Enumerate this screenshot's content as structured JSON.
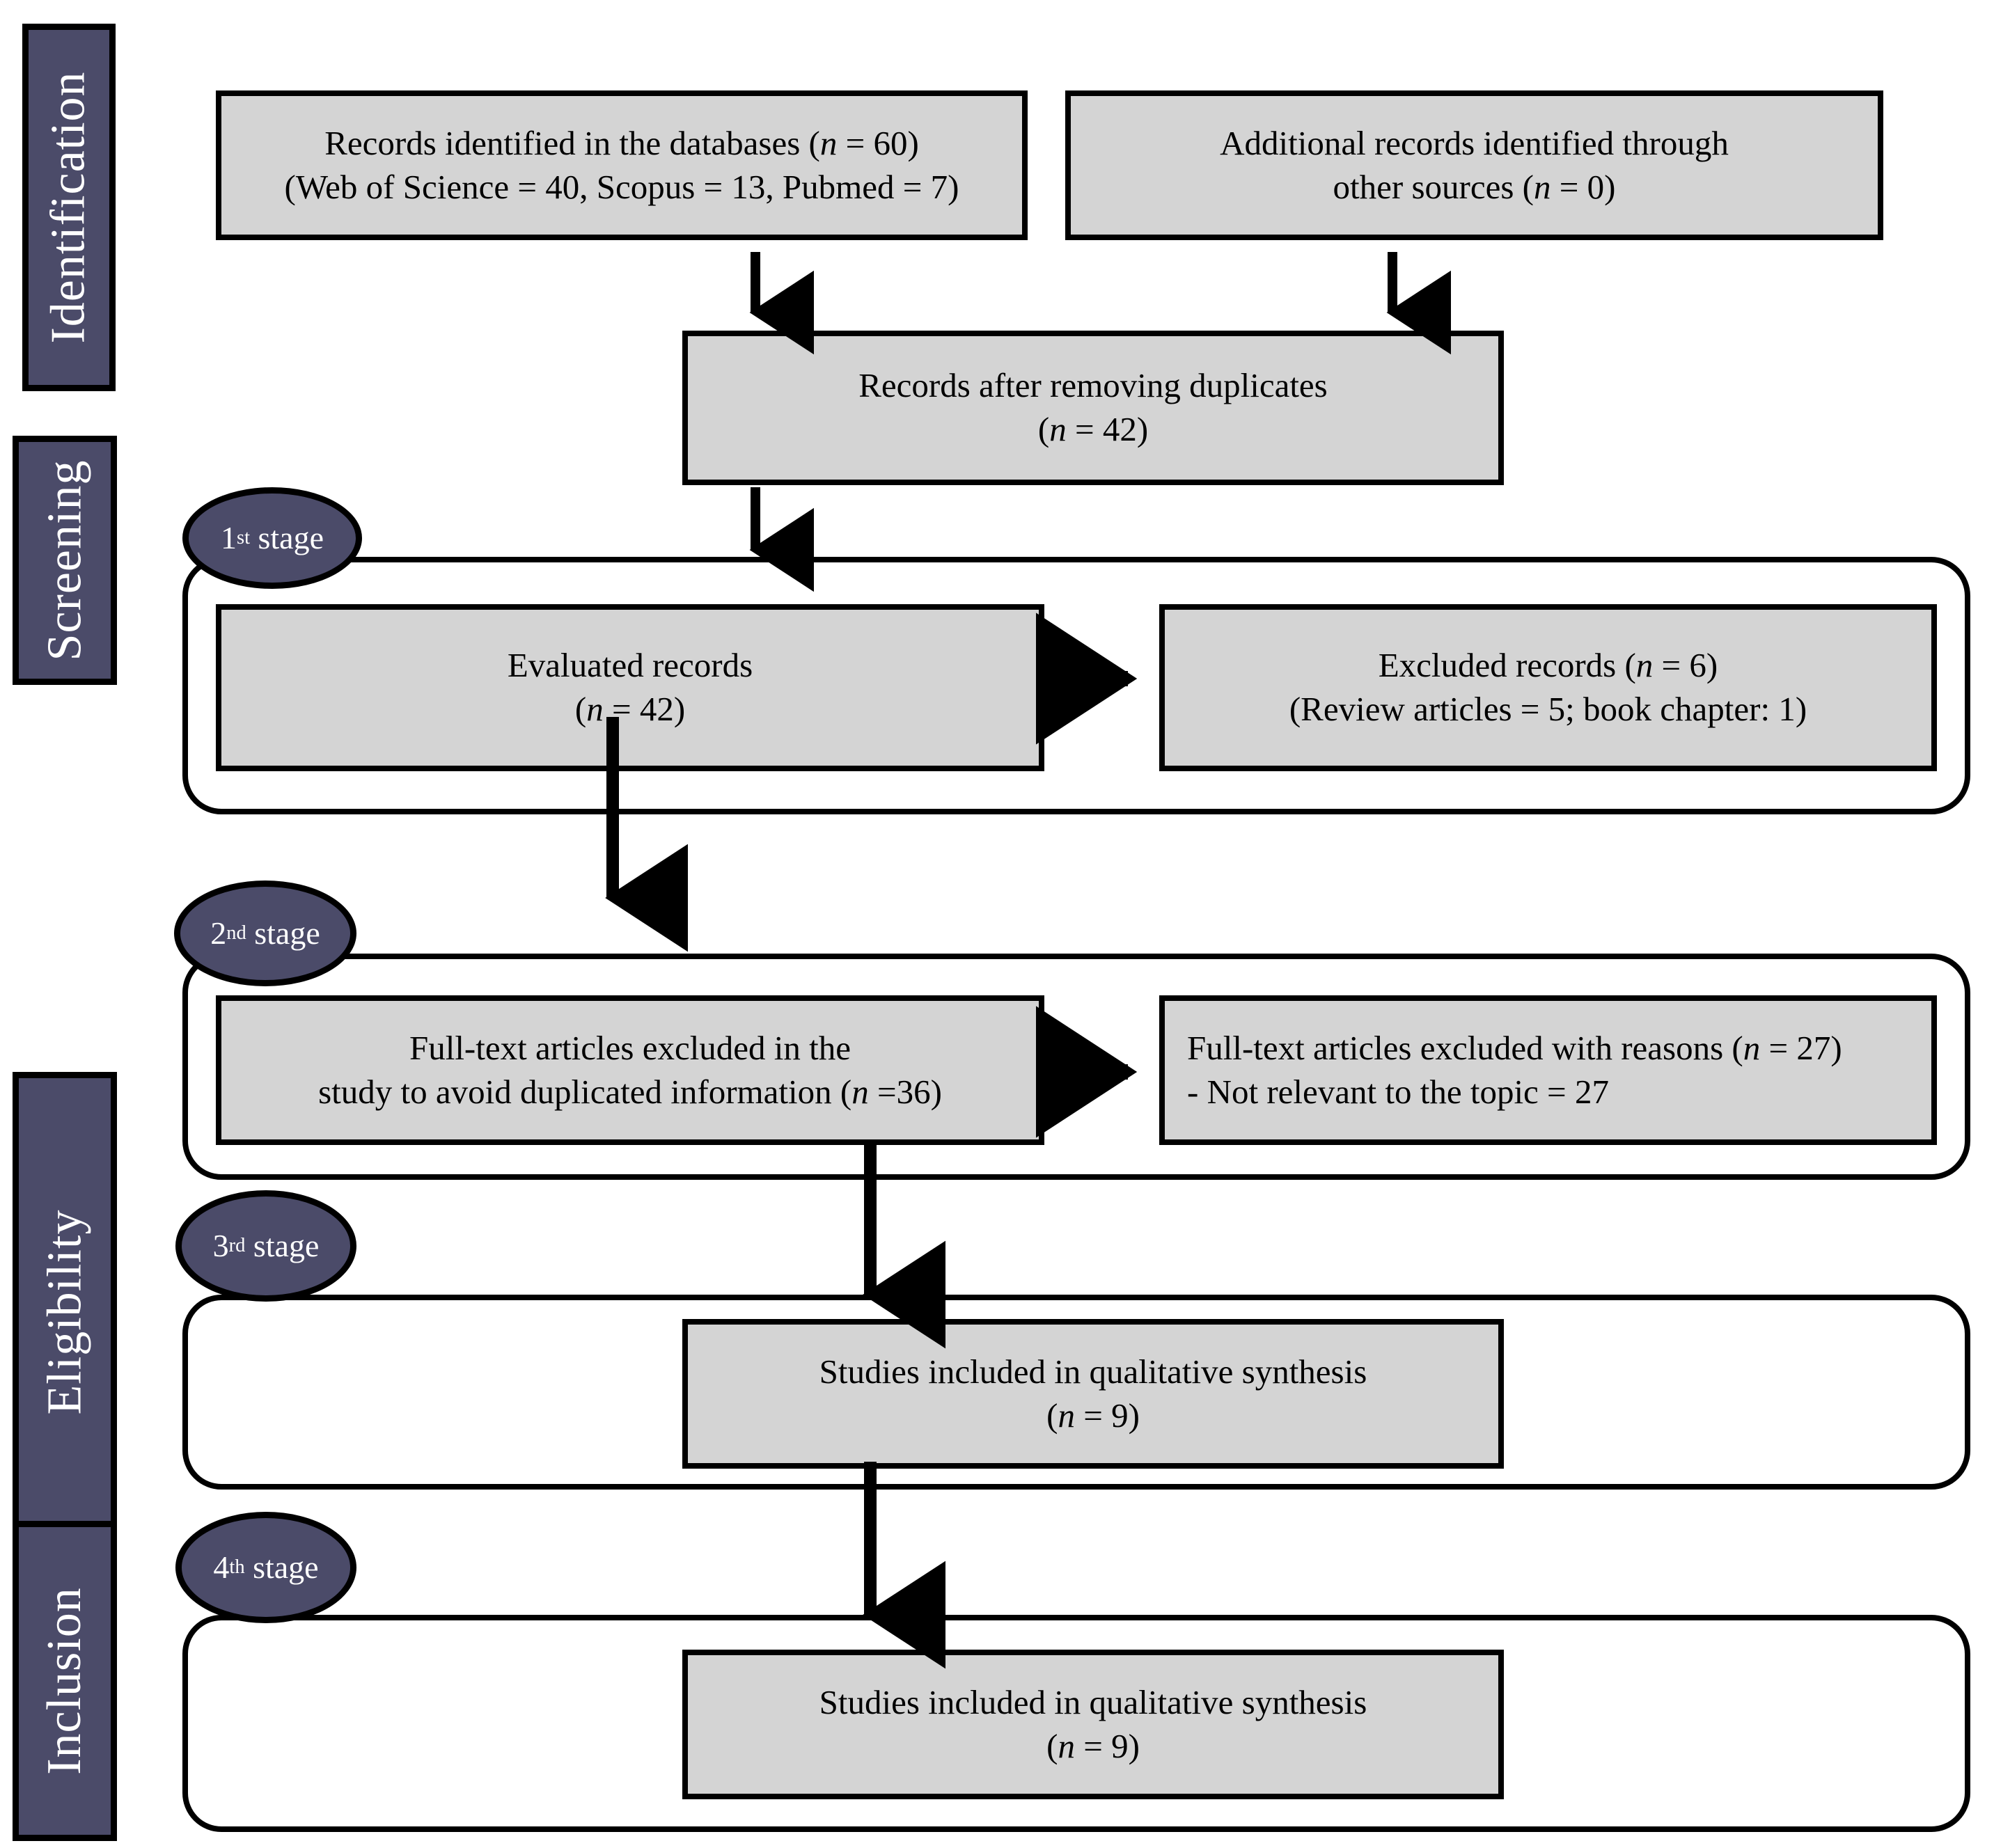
{
  "diagram": {
    "title": "PRISMA flow diagram",
    "colors": {
      "phase_bar_fill": "#4b4b69",
      "phase_bar_border": "#000000",
      "box_fill": "#d4d4d4",
      "box_border": "#000000",
      "badge_fill": "#4b4b69",
      "page_background": "#ffffff",
      "text_dark": "#000000",
      "text_light": "#ffffff"
    },
    "phases": [
      {
        "id": "identification",
        "label": "Identification"
      },
      {
        "id": "screening",
        "label": "Screening"
      },
      {
        "id": "eligibility",
        "label": "Eligibility"
      },
      {
        "id": "inclusion",
        "label": "Inclusion"
      }
    ],
    "stages": [
      {
        "id": "stage-1",
        "ordinal": "1",
        "suffix": "st",
        "word": "stage"
      },
      {
        "id": "stage-2",
        "ordinal": "2",
        "suffix": "nd",
        "word": "stage"
      },
      {
        "id": "stage-3",
        "ordinal": "3",
        "suffix": "rd",
        "word": "stage"
      },
      {
        "id": "stage-4",
        "ordinal": "4",
        "suffix": "th",
        "word": "stage"
      }
    ],
    "boxes": {
      "records_identified": {
        "line1_a": "Records identified in the databases (",
        "line1_n": "n",
        "line1_b": " = 60)",
        "line2": "(Web of Science = 40, Scopus = 13, Pubmed = 7)"
      },
      "additional_records": {
        "line1": "Additional records identified through",
        "line2_a": "other sources (",
        "line2_n": "n",
        "line2_b": " = 0)"
      },
      "after_duplicates": {
        "line1": "Records after removing duplicates",
        "line2_a": "(",
        "line2_n": "n",
        "line2_b": " = 42)"
      },
      "evaluated_records": {
        "line1": "Evaluated records",
        "line2_a": "(",
        "line2_n": "n",
        "line2_b": " = 42)"
      },
      "excluded_records": {
        "line1_a": "Excluded records (",
        "line1_n": "n",
        "line1_b": " = 6)",
        "line2": "(Review articles = 5;  book chapter: 1)"
      },
      "fulltext_excluded_dup": {
        "line1": "Full-text articles excluded in the",
        "line2_a": "study to avoid duplicated information (",
        "line2_n": "n",
        "line2_b": " =36)"
      },
      "fulltext_excluded_reasons": {
        "line1_a": "Full-text articles excluded with reasons (",
        "line1_n": "n",
        "line1_b": " = 27)",
        "line2": "- Not relevant to the topic = 27"
      },
      "qualitative_synthesis_1": {
        "line1": "Studies included in qualitative synthesis",
        "line2_a": "(",
        "line2_n": "n",
        "line2_b": " = 9)"
      },
      "qualitative_synthesis_2": {
        "line1": "Studies included in qualitative synthesis",
        "line2_a": "(",
        "line2_n": "n",
        "line2_b": " = 9)"
      }
    }
  },
  "chart_data": {
    "type": "diagram",
    "subtype": "prisma-flow",
    "title": "PRISMA flow diagram",
    "phases": [
      "Identification",
      "Screening",
      "Eligibility",
      "Inclusion"
    ],
    "stages": [
      "1st stage",
      "2nd stage",
      "3rd stage",
      "4th stage"
    ],
    "nodes": [
      {
        "id": "records_identified",
        "phase": "Identification",
        "n": 60,
        "label": "Records identified in the databases (n = 60) (Web of Science = 40, Scopus = 13, Pubmed = 7)",
        "breakdown": {
          "Web of Science": 40,
          "Scopus": 13,
          "Pubmed": 7
        }
      },
      {
        "id": "additional_records",
        "phase": "Identification",
        "n": 0,
        "label": "Additional records identified through other sources (n = 0)"
      },
      {
        "id": "after_duplicates",
        "phase": "Identification",
        "n": 42,
        "label": "Records after removing duplicates (n = 42)"
      },
      {
        "id": "evaluated_records",
        "phase": "Screening",
        "stage": "1st stage",
        "n": 42,
        "label": "Evaluated records (n = 42)"
      },
      {
        "id": "excluded_records",
        "phase": "Screening",
        "stage": "1st stage",
        "n": 6,
        "label": "Excluded records (n = 6) (Review articles = 5;  book chapter: 1)",
        "breakdown": {
          "Review articles": 5,
          "book chapter": 1
        }
      },
      {
        "id": "fulltext_excluded_dup",
        "phase": "Screening",
        "stage": "2nd stage",
        "n": 36,
        "label": "Full-text articles excluded in the study to avoid duplicated information (n =36)"
      },
      {
        "id": "fulltext_excluded_reasons",
        "phase": "Screening",
        "stage": "2nd stage",
        "n": 27,
        "label": "Full-text articles excluded with reasons (n = 27) - Not relevant to the topic = 27",
        "breakdown": {
          "Not relevant to the topic": 27
        }
      },
      {
        "id": "qualitative_synthesis_1",
        "phase": "Eligibility",
        "stage": "3rd stage",
        "n": 9,
        "label": "Studies included in qualitative synthesis (n = 9)"
      },
      {
        "id": "qualitative_synthesis_2",
        "phase": "Inclusion",
        "stage": "4th stage",
        "n": 9,
        "label": "Studies included in qualitative synthesis (n = 9)"
      }
    ],
    "edges": [
      {
        "from": "records_identified",
        "to": "after_duplicates",
        "direction": "down"
      },
      {
        "from": "additional_records",
        "to": "after_duplicates",
        "direction": "down"
      },
      {
        "from": "after_duplicates",
        "to": "evaluated_records",
        "direction": "down"
      },
      {
        "from": "evaluated_records",
        "to": "excluded_records",
        "direction": "right"
      },
      {
        "from": "evaluated_records",
        "to": "fulltext_excluded_dup",
        "direction": "down"
      },
      {
        "from": "fulltext_excluded_dup",
        "to": "fulltext_excluded_reasons",
        "direction": "right"
      },
      {
        "from": "fulltext_excluded_dup",
        "to": "qualitative_synthesis_1",
        "direction": "down"
      },
      {
        "from": "qualitative_synthesis_1",
        "to": "qualitative_synthesis_2",
        "direction": "down"
      }
    ]
  }
}
